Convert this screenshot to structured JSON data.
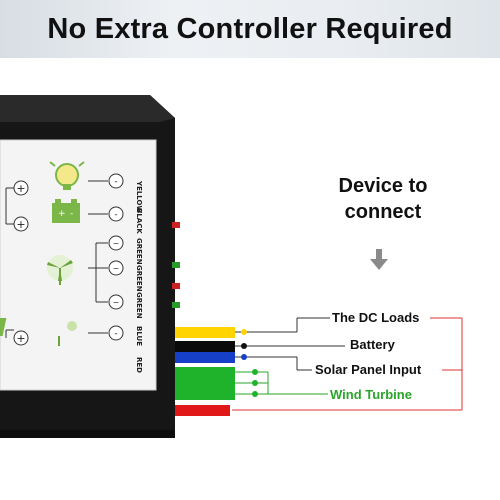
{
  "banner": {
    "title": "No Extra Controller Required"
  },
  "device": {
    "line1": "Device to",
    "line2": "connect",
    "arrow_icon": "arrow-down-icon"
  },
  "labels": {
    "dc_loads": "The DC Loads",
    "battery": "Battery",
    "solar": "Solar Panel Input",
    "wind": "Wind Turbine"
  },
  "terminals": {
    "yellow": "YELLOW",
    "black": "BLACK",
    "green1": "GREEN",
    "green2": "GREEN",
    "green3": "GREEN",
    "blue": "BLUE",
    "red": "RED"
  },
  "colors": {
    "yellow": "#ffd400",
    "black": "#0a0a0a",
    "blue": "#1740c9",
    "green": "#1fb32b",
    "red": "#e01818",
    "bracket": "#e03030",
    "wind_label": "#2aa52a"
  }
}
